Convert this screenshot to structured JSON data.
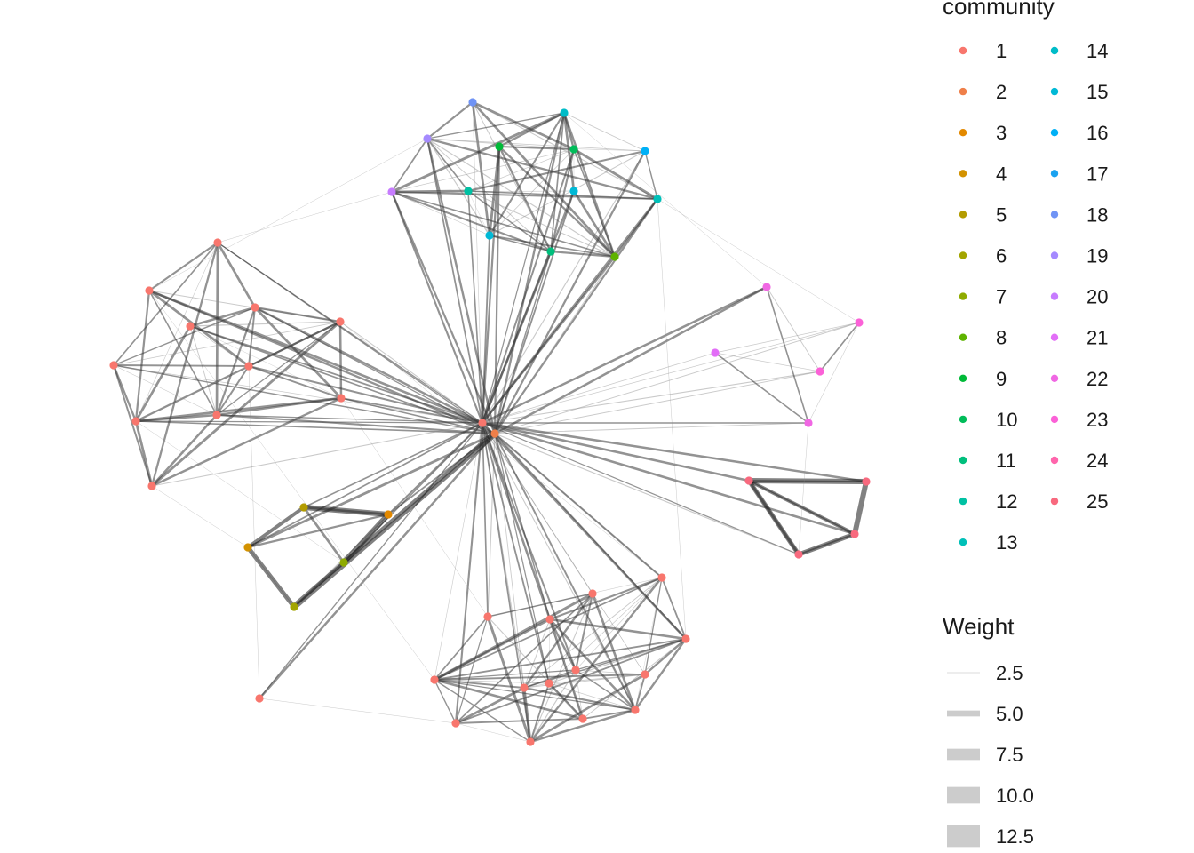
{
  "legend": {
    "community_title": "community",
    "community": [
      {
        "label": "1",
        "color": "#F8766D"
      },
      {
        "label": "2",
        "color": "#EF7F49"
      },
      {
        "label": "3",
        "color": "#E38900"
      },
      {
        "label": "4",
        "color": "#D39200"
      },
      {
        "label": "5",
        "color": "#B39C00"
      },
      {
        "label": "6",
        "color": "#A3A500"
      },
      {
        "label": "7",
        "color": "#8FAB00"
      },
      {
        "label": "8",
        "color": "#5EB300"
      },
      {
        "label": "9",
        "color": "#00BA38"
      },
      {
        "label": "10",
        "color": "#00BC59"
      },
      {
        "label": "11",
        "color": "#00BF7D"
      },
      {
        "label": "12",
        "color": "#00C1A3"
      },
      {
        "label": "13",
        "color": "#00C0B8"
      },
      {
        "label": "14",
        "color": "#00BCC8"
      },
      {
        "label": "15",
        "color": "#00B9D6"
      },
      {
        "label": "16",
        "color": "#00B0F6"
      },
      {
        "label": "17",
        "color": "#1AA2F0"
      },
      {
        "label": "18",
        "color": "#6F93F5"
      },
      {
        "label": "19",
        "color": "#A58AFF"
      },
      {
        "label": "20",
        "color": "#C77CFF"
      },
      {
        "label": "21",
        "color": "#E26EF7"
      },
      {
        "label": "22",
        "color": "#F067E3"
      },
      {
        "label": "23",
        "color": "#FB61D7"
      },
      {
        "label": "24",
        "color": "#FF65AC"
      },
      {
        "label": "25",
        "color": "#F8697E"
      }
    ],
    "weight_title": "Weight",
    "weight": [
      {
        "label": "2.5",
        "value": 2.5
      },
      {
        "label": "5.0",
        "value": 5.0
      },
      {
        "label": "7.5",
        "value": 7.5
      },
      {
        "label": "10.0",
        "value": 10.0
      },
      {
        "label": "12.5",
        "value": 12.5
      }
    ]
  }
}
